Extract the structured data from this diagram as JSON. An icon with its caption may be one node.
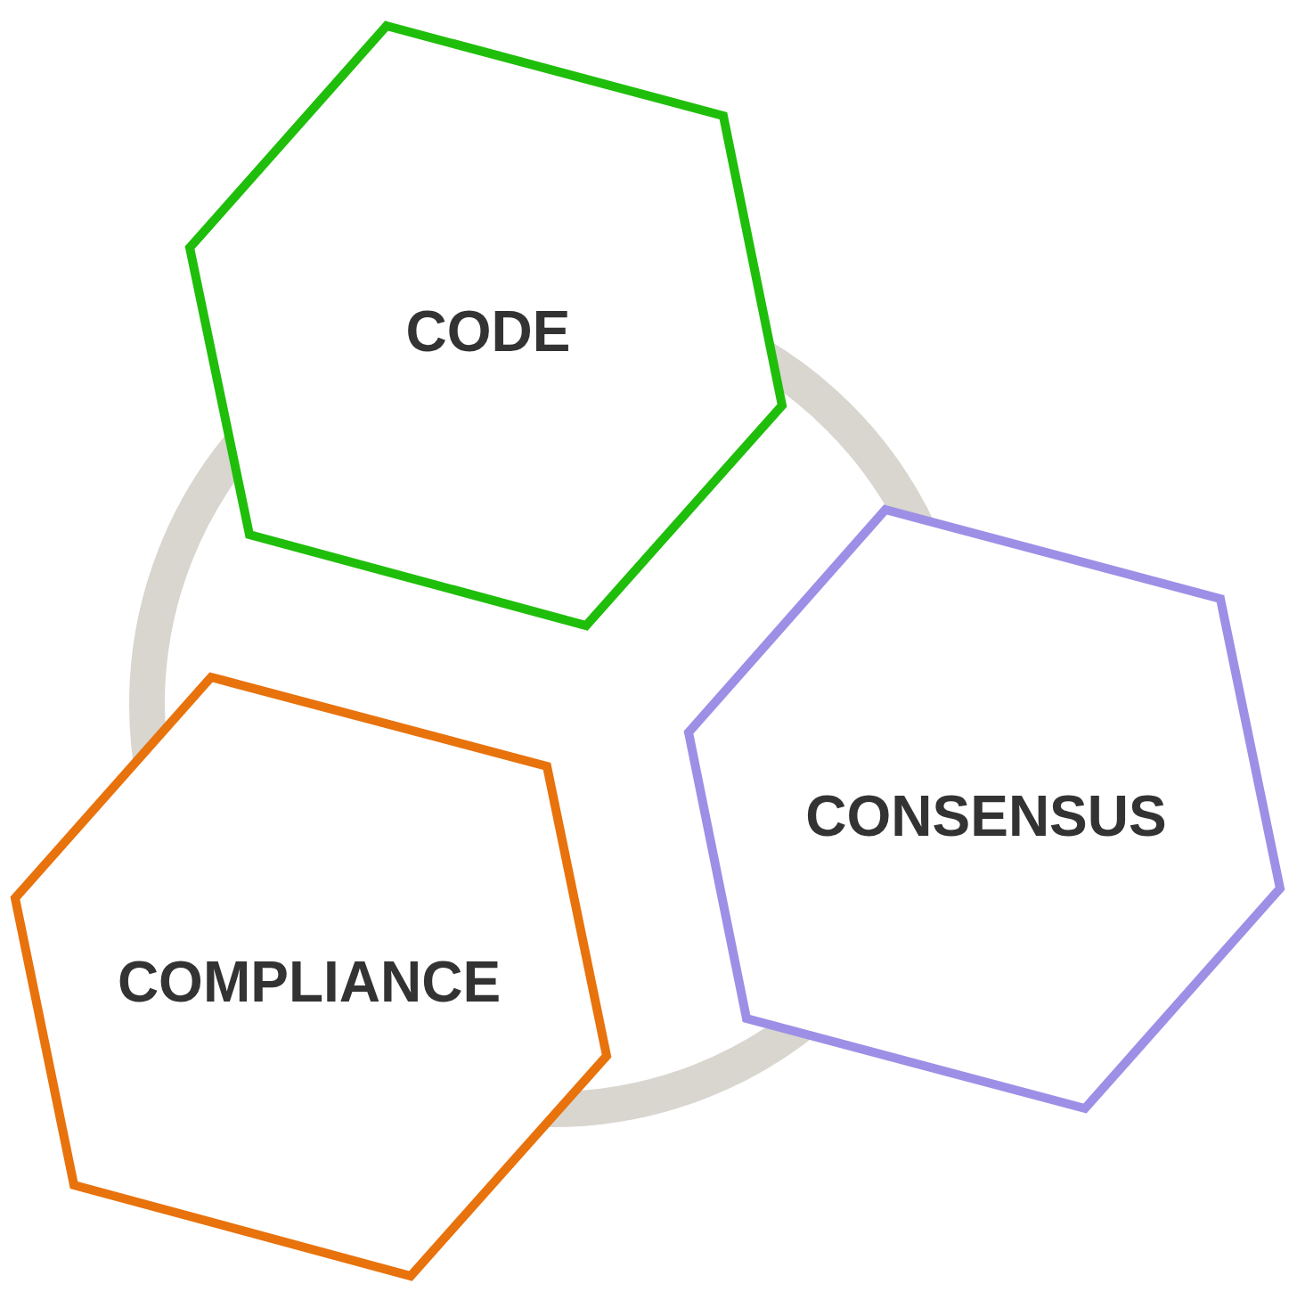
{
  "diagram": {
    "nodes": [
      {
        "text": [
          "CODE"
        ]
      },
      {
        "text": [
          "CONSENSUS"
        ]
      },
      {
        "text": [
          "COMPLIANCE"
        ]
      }
    ]
  }
}
